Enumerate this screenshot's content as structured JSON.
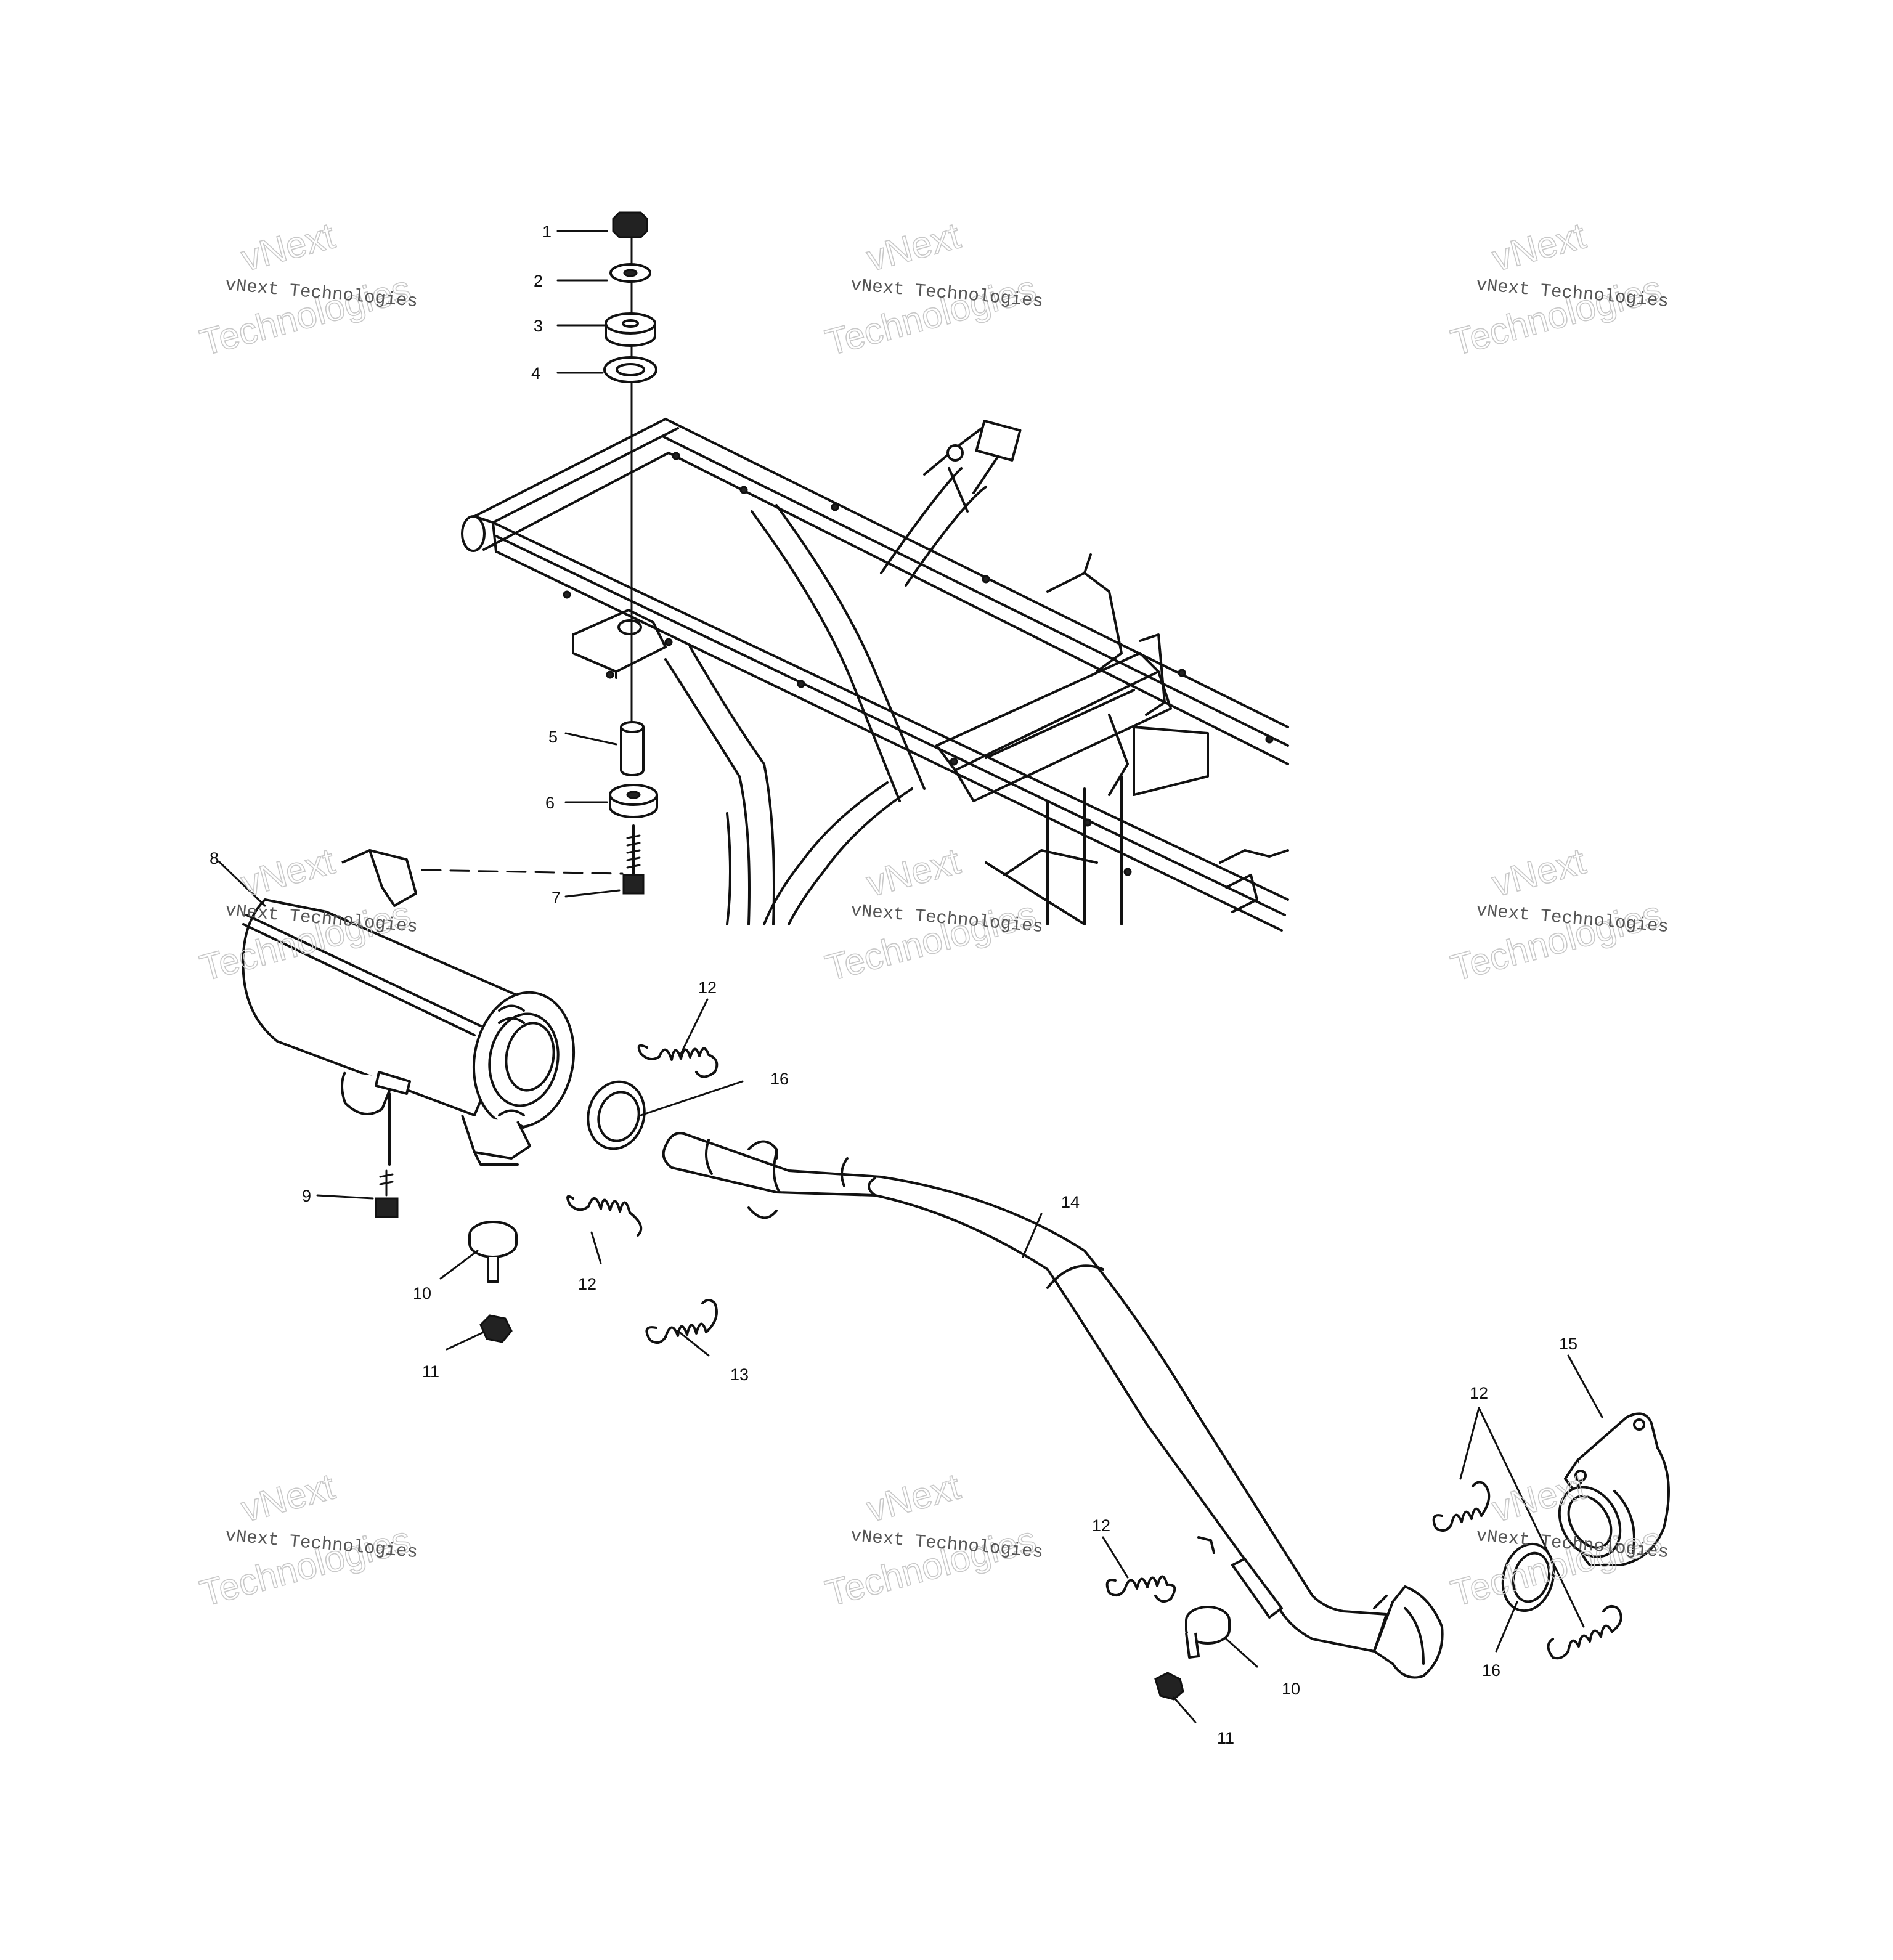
{
  "watermark": {
    "line1": "vNext Technologies",
    "line2": "vNext",
    "line3": "Technologies"
  },
  "callouts": {
    "c1": "1",
    "c2": "2",
    "c3": "3",
    "c4": "4",
    "c5": "5",
    "c6": "6",
    "c7": "7",
    "c8": "8",
    "c9": "9",
    "c10a": "10",
    "c10b": "10",
    "c11a": "11",
    "c11b": "11",
    "c12a": "12",
    "c12b": "12",
    "c12c": "12",
    "c12d": "12",
    "c13": "13",
    "c14": "14",
    "c15": "15",
    "c16a": "16",
    "c16b": "16"
  }
}
